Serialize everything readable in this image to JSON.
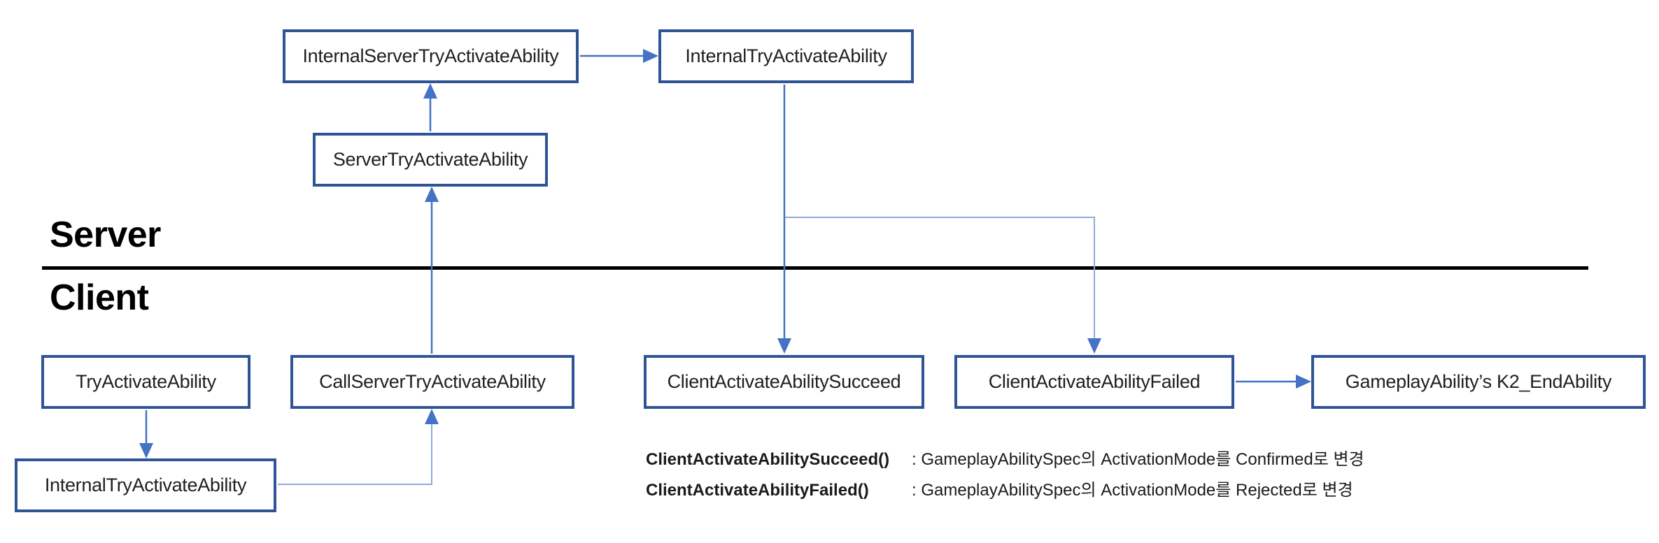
{
  "diagram": {
    "title_context": "GAS ability activation flow",
    "sections": {
      "server_label": "Server",
      "client_label": "Client"
    },
    "nodes": [
      {
        "id": "internal-server-try-activate-ability",
        "label": "InternalServerTryActivateAbility",
        "side": "server"
      },
      {
        "id": "internal-try-activate-ability-server",
        "label": "InternalTryActivateAbility",
        "side": "server"
      },
      {
        "id": "server-try-activate-ability",
        "label": "ServerTryActivateAbility",
        "side": "server"
      },
      {
        "id": "try-activate-ability",
        "label": "TryActivateAbility",
        "side": "client"
      },
      {
        "id": "call-server-try-activate-ability",
        "label": "CallServerTryActivateAbility",
        "side": "client"
      },
      {
        "id": "client-activate-ability-succeed",
        "label": "ClientActivateAbilitySucceed",
        "side": "client"
      },
      {
        "id": "client-activate-ability-failed",
        "label": "ClientActivateAbilityFailed",
        "side": "client"
      },
      {
        "id": "gameplay-ability-k2-endability",
        "label": "GameplayAbility’s K2_EndAbility",
        "side": "client"
      },
      {
        "id": "internal-try-activate-ability-client",
        "label": "InternalTryActivateAbility",
        "side": "client"
      }
    ],
    "connectors": [
      "InternalServerTryActivateAbility → InternalTryActivateAbility",
      "ServerTryActivateAbility → InternalServerTryActivateAbility",
      "CallServerTryActivateAbility → ServerTryActivateAbility",
      "InternalTryActivateAbility → ClientActivateAbilitySucceed",
      "InternalTryActivateAbility → ClientActivateAbilityFailed",
      "ClientActivateAbilityFailed → GameplayAbility’s K2_EndAbility",
      "TryActivateAbility → InternalTryActivateAbility",
      "InternalTryActivateAbility → CallServerTryActivateAbility"
    ],
    "annotations": [
      {
        "label": "ClientActivateAbilitySucceed()",
        "description": ": GameplayAbilitySpec의 ActivationMode를 Confirmed로 변경"
      },
      {
        "label": "ClientActivateAbilityFailed()",
        "description": ": GameplayAbilitySpec의 ActivationMode를 Rejected로 변경"
      }
    ],
    "colors": {
      "box_border": "#2F5496",
      "arrow": "#4472C4",
      "arrow_light": "#8FAADC",
      "divider": "#000000",
      "text": "#1F1F1F"
    }
  }
}
